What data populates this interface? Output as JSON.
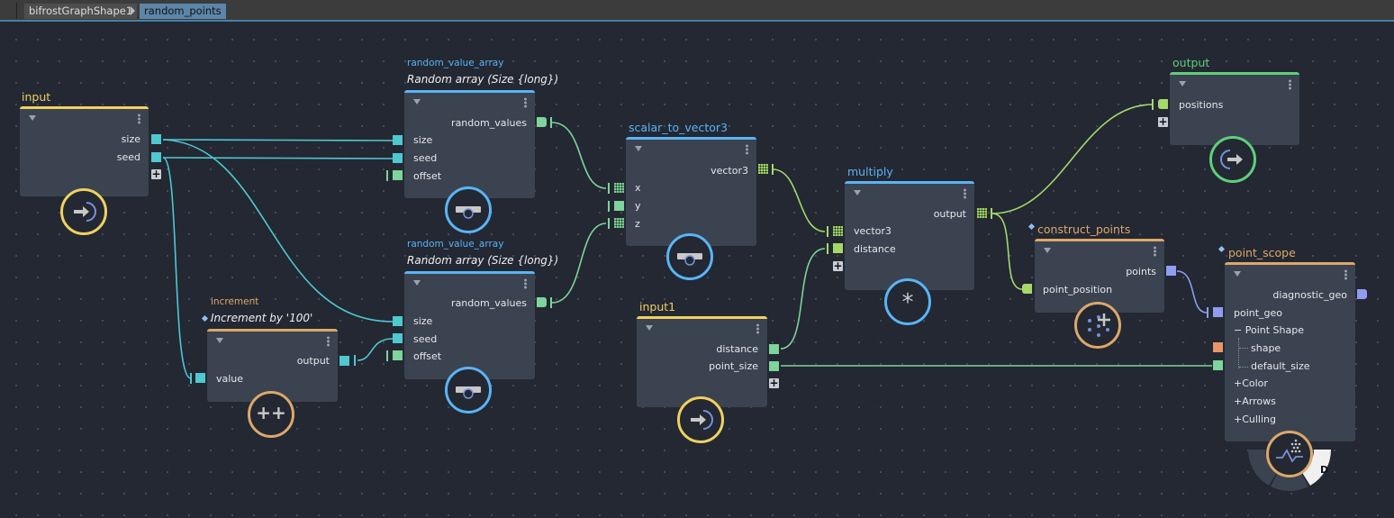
{
  "breadcrumb": {
    "items": [
      "bifrostGraphShape1",
      "random_points"
    ],
    "active_index": 1
  },
  "colors": {
    "background": "#232833",
    "node_body": "#3b4350",
    "input_node": "#f0d060",
    "value_node": "#5ab4f5",
    "compound_node": "#dca86a",
    "output_node": "#5fd07a",
    "port_long": "#4fc8d0",
    "port_float": "#7ed49a",
    "port_float3": "#a6d86a",
    "port_object": "#8f9cf0",
    "port_misc": "#e8956a"
  },
  "nodes": {
    "input": {
      "title": "input",
      "outputs": [
        "size",
        "seed"
      ],
      "icon": "input-arrow-icon"
    },
    "random_value_array_1": {
      "type_label": "random_value_array",
      "title": "Random array (Size {long})",
      "outputs": [
        "random_values"
      ],
      "inputs": [
        "size",
        "seed",
        "offset"
      ],
      "icon": "random-value-icon"
    },
    "random_value_array_2": {
      "type_label": "random_value_array",
      "title": "Random array (Size {long})",
      "outputs": [
        "random_values"
      ],
      "inputs": [
        "size",
        "seed",
        "offset"
      ],
      "icon": "random-value-icon"
    },
    "increment": {
      "type_label": "increment",
      "title": "Increment by '100'",
      "outputs": [
        "output"
      ],
      "inputs": [
        "value"
      ],
      "icon_text": "++"
    },
    "scalar_to_vector3": {
      "title": "scalar_to_vector3",
      "outputs": [
        "vector3"
      ],
      "inputs": [
        "x",
        "y",
        "z"
      ],
      "icon": "vector-icon"
    },
    "input1": {
      "title": "input1",
      "outputs": [
        "distance",
        "point_size"
      ],
      "icon": "input-arrow-icon"
    },
    "multiply": {
      "title": "multiply",
      "outputs": [
        "output"
      ],
      "inputs": [
        "vector3",
        "distance"
      ],
      "icon_text": "*"
    },
    "output": {
      "title": "output",
      "inputs": [
        "positions"
      ],
      "icon": "output-arrow-icon"
    },
    "construct_points": {
      "title": "construct_points",
      "outputs": [
        "points"
      ],
      "inputs": [
        "point_position"
      ],
      "icon": "points-plus-icon"
    },
    "point_scope": {
      "title": "point_scope",
      "outputs": [
        "diagnostic_geo"
      ],
      "inputs": [
        "point_geo"
      ],
      "groups": [
        {
          "label": "Point Shape",
          "expanded": true,
          "children": [
            "shape",
            "default_size"
          ]
        },
        {
          "label": "Color",
          "expanded": false
        },
        {
          "label": "Arrows",
          "expanded": false
        },
        {
          "label": "Culling",
          "expanded": false
        }
      ],
      "ring_badge": "D",
      "icon": "scope-icon"
    }
  }
}
